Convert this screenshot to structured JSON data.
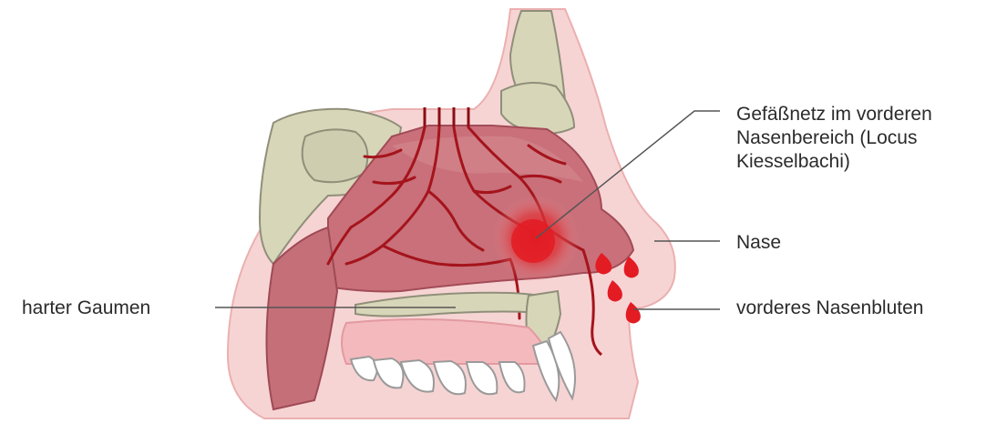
{
  "diagram": {
    "labels": {
      "vessel_net_line1": "Gefäßnetz im vorderen",
      "vessel_net_line2": "Nasenbereich (Locus",
      "vessel_net_line3": "Kiesselbachi)",
      "nose": "Nase",
      "hard_palate": "harter Gaumen",
      "anterior_nosebleed": "vorderes Nasenbluten"
    },
    "colors": {
      "skin": "#f6d3d3",
      "skin_outline": "#e7a9a9",
      "bone": "#d7d6b8",
      "bone_outline": "#8f8f7a",
      "cavity": "#c86a74",
      "cavity_light": "#e0a4a8",
      "vessel": "#a5141c",
      "blood": "#e31b23",
      "teeth": "#ffffff",
      "leader_line": "#555555"
    }
  }
}
